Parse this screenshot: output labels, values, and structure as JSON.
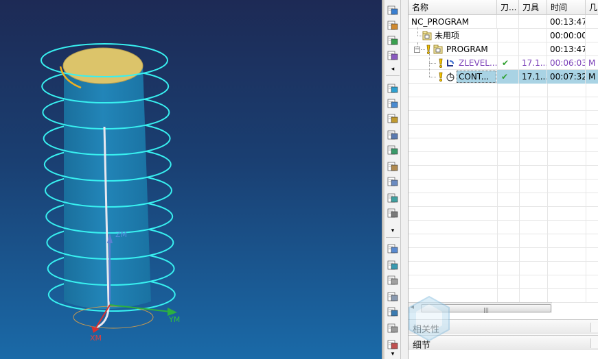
{
  "viewport": {
    "axis_zm": "ZM",
    "axis_xm": "XM",
    "axis_ym": "YM",
    "colors": {
      "background_top": "#1d2a55",
      "background_bottom": "#1a6aa8",
      "part": "#1e7fb0",
      "top_face": "#dcc46a",
      "toolpath": "#38f0f0"
    }
  },
  "toolbar": {
    "icons": [
      "create-program-icon",
      "create-tool-icon",
      "create-geometry-icon",
      "create-method-icon",
      "create-operation-icon",
      "generate-toolpath-icon",
      "verify-toolpath-icon",
      "list-toolpath-icon",
      "postprocess-icon",
      "shop-doc-icon",
      "output-cls-icon",
      "machine-control-icon",
      "cut-icon",
      "copy-icon",
      "paste-icon",
      "delete-icon",
      "rename-icon",
      "properties-icon",
      "edit-icon",
      "close-icon"
    ]
  },
  "navigator": {
    "columns": [
      "名称",
      "刀...",
      "刀具",
      "时间",
      "几"
    ],
    "rows": [
      {
        "name": "NC_PROGRAM",
        "tool_status": "",
        "tool": "",
        "time": "00:13:47",
        "geom": "",
        "icon": ""
      },
      {
        "name": "未用项",
        "tool_status": "",
        "tool": "",
        "time": "00:00:00",
        "geom": "",
        "icon": "program-group-icon"
      },
      {
        "name": "PROGRAM",
        "tool_status": "",
        "tool": "",
        "time": "00:13:47",
        "geom": "",
        "icon": "program-group-icon"
      },
      {
        "name": "ZLEVEL...",
        "tool_status": "✔",
        "tool": "17.1...",
        "time": "00:06:03",
        "geom": "M",
        "icon": "zlevel-operation-icon"
      },
      {
        "name": "CONT...",
        "tool_status": "✔",
        "tool": "17.1...",
        "time": "00:07:32",
        "geom": "M",
        "icon": "contour-operation-icon"
      }
    ],
    "panels": {
      "dependencies": "相关性",
      "details": "细节"
    }
  }
}
